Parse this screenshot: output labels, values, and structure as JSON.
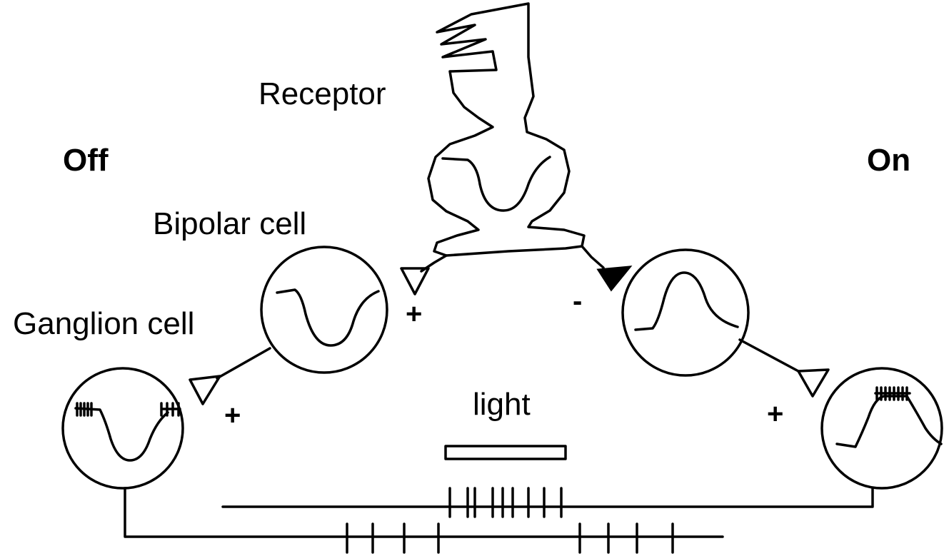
{
  "labels": {
    "receptor": "Receptor",
    "off": "Off",
    "on": "On",
    "bipolar": "Bipolar cell",
    "ganglion": "Ganglion cell",
    "light": "light"
  },
  "signs": {
    "off_bipolar_synapse": "+",
    "on_bipolar_synapse": "-",
    "off_ganglion_synapse": "+",
    "on_ganglion_synapse": "+"
  },
  "colors": {
    "ink": "#000000",
    "background": "#ffffff"
  }
}
